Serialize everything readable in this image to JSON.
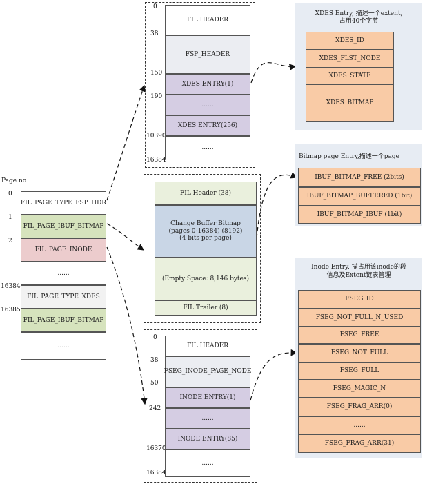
{
  "page_list": {
    "title": "Page no",
    "rows": [
      {
        "no": "0",
        "label": "FIL_PAGE_TYPE_FSP_HDR"
      },
      {
        "no": "1",
        "label": "FIL_PAGE_IBUF_BITMAP"
      },
      {
        "no": "2",
        "label": "FIL_PAGE_INODE"
      },
      {
        "no": "",
        "label": "......"
      },
      {
        "no": "16384",
        "label": "FIL_PAGE_TYPE_XDES"
      },
      {
        "no": "16385",
        "label": "FIL_PAGE_IBUF_BITMAP"
      },
      {
        "no": "",
        "label": "......"
      }
    ]
  },
  "fsp_page": {
    "offsets": [
      "0",
      "38",
      "150",
      "190",
      "10390",
      "16384"
    ],
    "cells": [
      "FIL HEADER",
      "FSP_HEADER",
      "XDES ENTRY(1)",
      "......",
      "XDES ENTRY(256)",
      "......"
    ]
  },
  "bitmap_page": {
    "cells": [
      "FIL Header (38)",
      "Change Buffer Bitmap\n(pages 0-16384) (8192)\n(4 bits per page)",
      "(Empty Space: 8,146 bytes)",
      "FIL Trailer (8)"
    ]
  },
  "inode_page": {
    "offsets": [
      "0",
      "38",
      "50",
      "242",
      "16370",
      "16384"
    ],
    "cells": [
      "FIL HEADER",
      "FSEG_INODE_PAGE_NODE",
      "INODE ENTRY(1)",
      "......",
      "INODE ENTRY(85)",
      "......"
    ]
  },
  "xdes_panel": {
    "title": "XDES Entry, 描述一个extent,\n占用40个字节",
    "cells": [
      "XDES_ID",
      "XDES_FLST_NODE",
      "XDES_STATE",
      "XDES_BITMAP"
    ]
  },
  "bitmap_panel": {
    "title": "Bitmap page Entry,描述一个page",
    "cells": [
      "IBUF_BITMAP_FREE (2bits)",
      "IBUF_BITMAP_BUFFERED (1bit)",
      "IBUF_BITMAP_IBUF (1bit)"
    ]
  },
  "inode_panel": {
    "title": "Inode Entry, 描占用该inode的段\n信息及Extent链表管理",
    "cells": [
      "FSEG_ID",
      "FSEG_NOT_FULL_N_USED",
      "FSEG_FREE",
      "FSEG_NOT_FULL",
      "FSEG_FULL",
      "FSEG_MAGIC_N",
      "FSEG_FRAG_ARR(0)",
      "......",
      "FSEG_FRAG_ARR(31)"
    ]
  }
}
